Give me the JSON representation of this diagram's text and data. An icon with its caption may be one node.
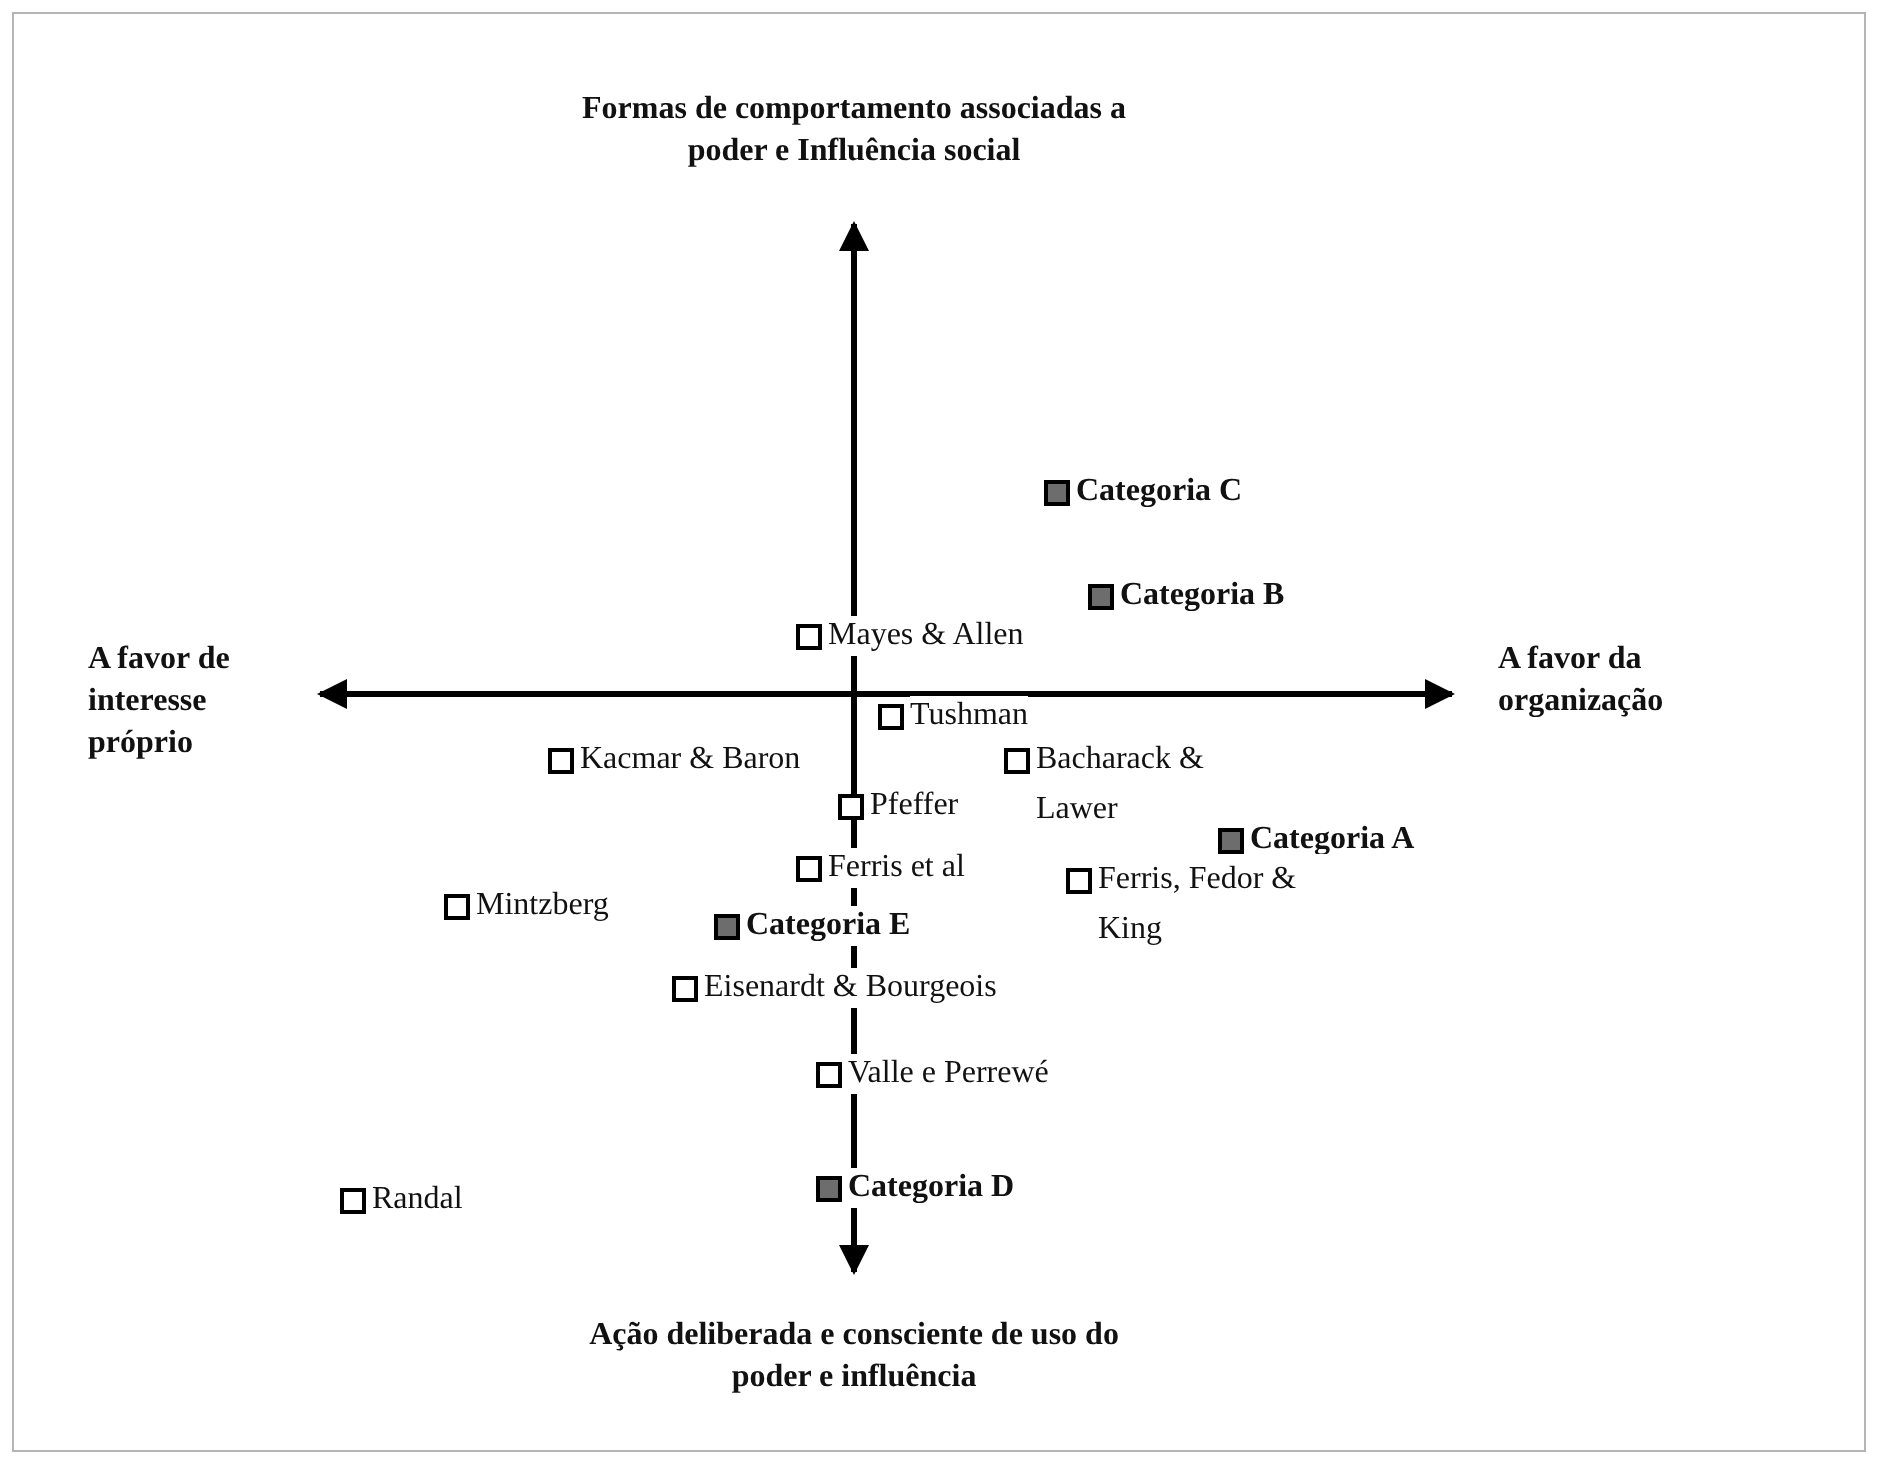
{
  "diagram": {
    "labels": [
      "Formas de comportamento associadas a poder e Influência social",
      "Categoria C",
      "Categoria B",
      "Mayes & Allen",
      "A favor de interesse próprio",
      "A favor da organização",
      "Tushman",
      "Kacmar & Baron",
      "Bacharack & Lawer",
      "Pfeffer",
      "Categoria A",
      "Ferris et al",
      "Ferris, Fedor & King",
      "Mintzberg",
      "Categoria E",
      "Eisenardt & Bourgeois",
      "Valle e Perrewé",
      "Randal",
      "Categoria D",
      "Ação deliberada e consciente de uso do poder e influência"
    ]
  }
}
